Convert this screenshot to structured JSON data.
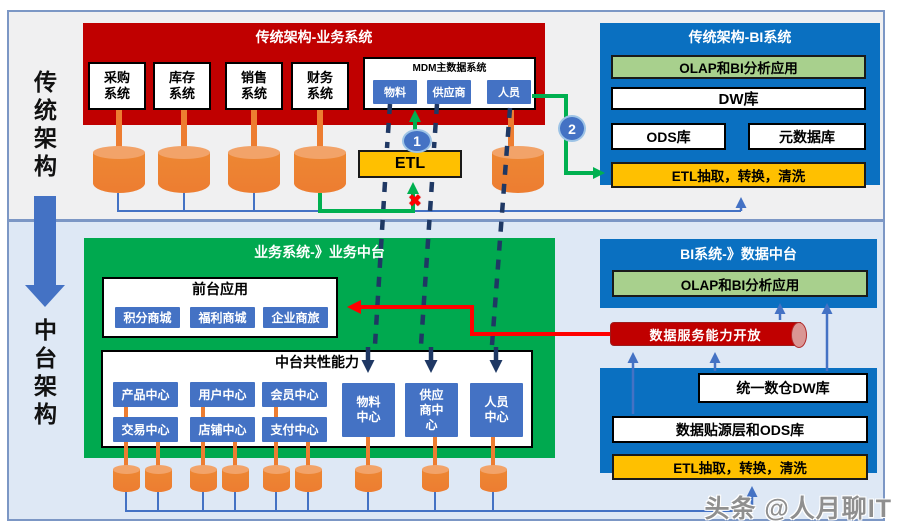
{
  "left_rail": {
    "top": "传统架构",
    "bottom": "中台架构"
  },
  "legacy_business": {
    "title": "传统架构-业务系统",
    "systems": [
      "采购系统",
      "库存系统",
      "销售系统",
      "财务系统"
    ],
    "mdm_title": "MDM主数据系统",
    "mdm_items": [
      "物料",
      "供应商",
      "人员"
    ],
    "etl": "ETL"
  },
  "legacy_bi": {
    "title": "传统架构-BI系统",
    "olap": "OLAP和BI分析应用",
    "dw": "DW库",
    "ods": "ODS库",
    "meta": "元数据库",
    "etl": "ETL抽取，转换，清洗"
  },
  "mid_business": {
    "title": "业务系统-》业务中台",
    "front_title": "前台应用",
    "front_apps": [
      "积分商城",
      "福利商城",
      "企业商旅"
    ],
    "common_title": "中台共性能力",
    "centers_row1": [
      "产品中心",
      "用户中心",
      "会员中心"
    ],
    "centers_row2": [
      "交易中心",
      "店铺中心",
      "支付中心"
    ],
    "big_centers": [
      "物料中心",
      "供应商中心",
      "人员中心"
    ]
  },
  "mid_data": {
    "title": "BI系统-》数据中台",
    "olap": "OLAP和BI分析应用",
    "service": "数据服务能力开放",
    "dw": "统一数仓DW库",
    "ods": "数据贴源层和ODS库",
    "etl": "ETL抽取，转换，清洗"
  },
  "badges": {
    "step1": "1",
    "step2": "2"
  },
  "icons": {
    "blocked": "✖"
  },
  "watermark": "头条 @人月聊IT",
  "colors": {
    "legacy_container_red": "#C00000",
    "bi_container_blue": "#0A70C1",
    "mid_container_green": "#00A94F",
    "accent_blue": "#4472C4",
    "etl_yellow": "#FFC000",
    "olap_green": "#A8D08D",
    "db_orange": "#ED7D31",
    "dash_navy": "#1F3864",
    "flow_green": "#00B050",
    "flow_red": "#FF0000"
  }
}
